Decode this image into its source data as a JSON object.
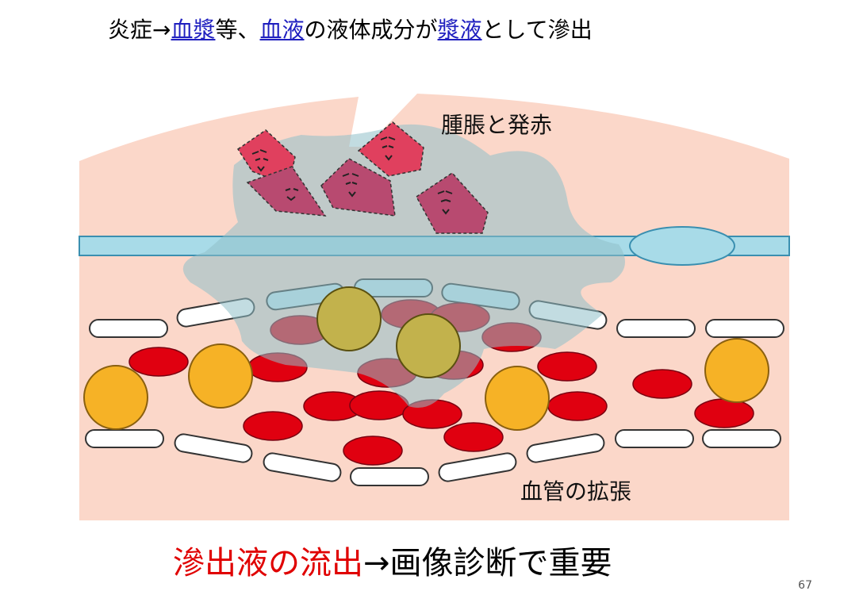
{
  "title": {
    "t1": "炎症→",
    "link1": "血漿",
    "t2": "等、",
    "link2": "血液",
    "t3": "の液体成分が",
    "link3": "漿液",
    "t4": "として滲出"
  },
  "labels": {
    "swelling": "腫脹と発赤",
    "dilation": "血管の拡張"
  },
  "bottom": {
    "red": "滲出液の流出",
    "black": "→画像診断で重要"
  },
  "page_number": "67",
  "colors": {
    "skin": "#fbd7c9",
    "edema": "#9ec6cc",
    "vessel": "#a8dbe8",
    "rbc": "#e00010",
    "wbc_orange": "#f6b226",
    "wbc_olive": "#c2b24c",
    "bacteria": "#e0405e",
    "link": "#1f1fbf",
    "highlight_red": "#e00000"
  }
}
